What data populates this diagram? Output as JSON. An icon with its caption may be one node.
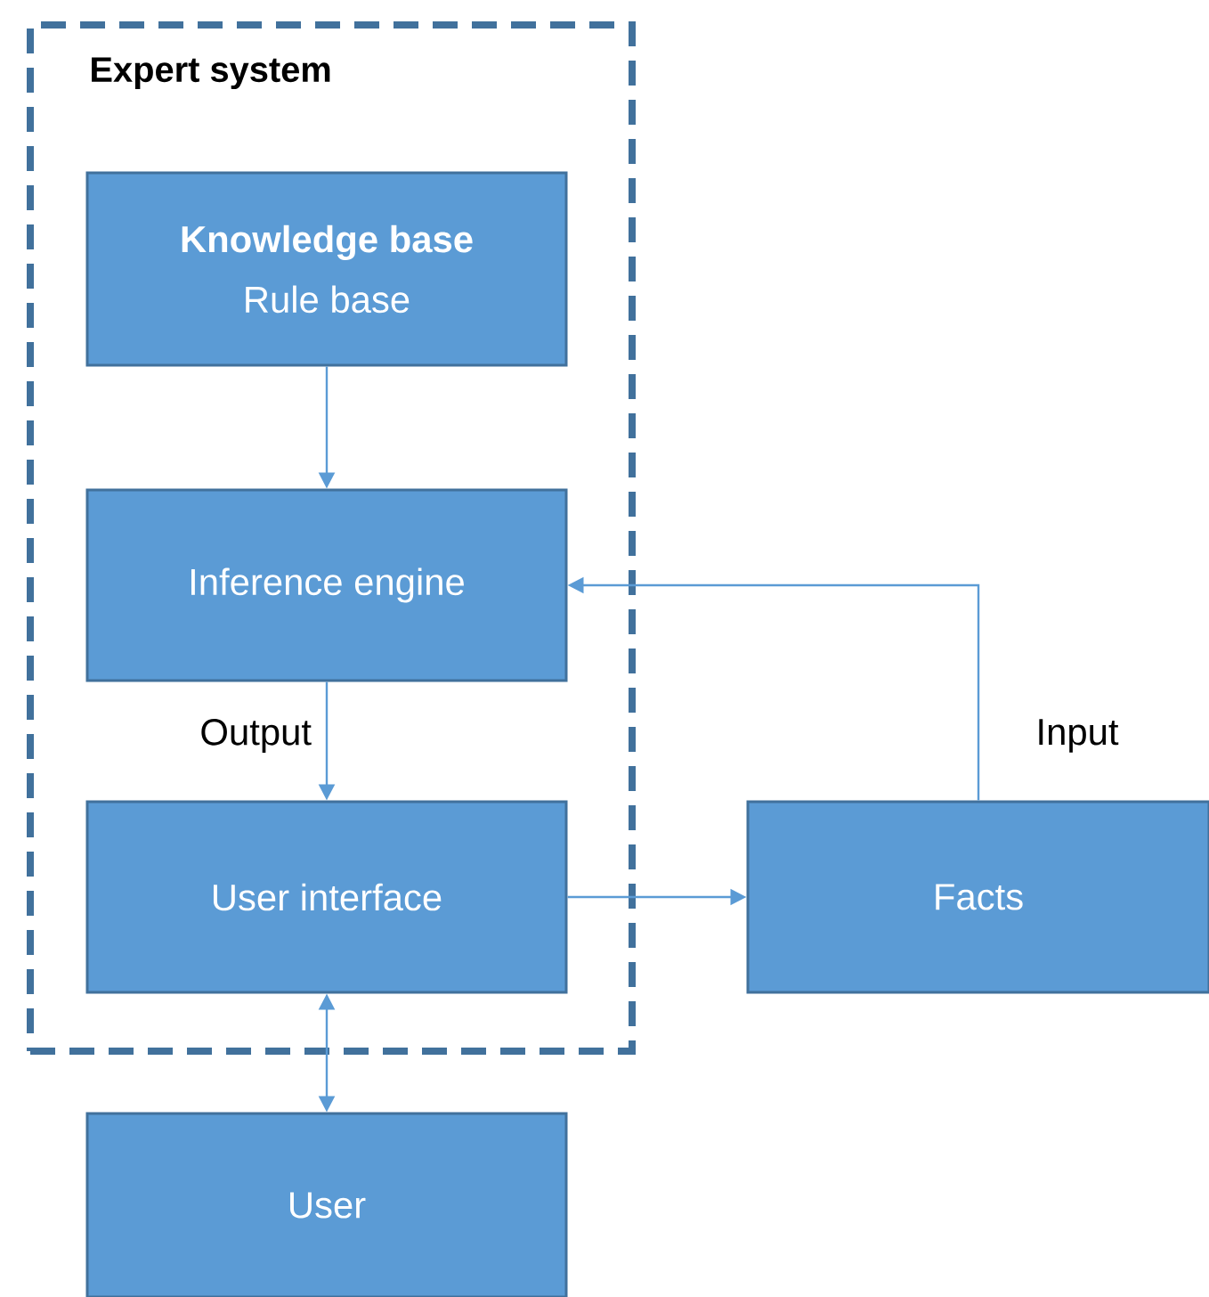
{
  "diagram": {
    "nodes": [
      {
        "text": [
          "Expert system"
        ]
      },
      {
        "text": [
          "Knowledge base",
          "Rule base"
        ],
        "in": 0
      },
      {
        "text": [
          "Inference engine"
        ],
        "in": 0
      },
      {
        "text": [
          "User interface"
        ],
        "in": 0
      },
      {
        "text": [
          "Facts"
        ]
      },
      {
        "text": [
          "User"
        ]
      }
    ],
    "edges": [
      {
        "from": 1,
        "to": 2,
        "arrow": "to"
      },
      {
        "from": 2,
        "to": 3,
        "arrow": "to",
        "label": "Output"
      },
      {
        "from": 3,
        "to": 4,
        "arrow": "to"
      },
      {
        "from": 4,
        "to": 2,
        "arrow": "to",
        "label": "Input"
      },
      {
        "from": 3,
        "to": 5,
        "arrow": "both"
      }
    ]
  }
}
